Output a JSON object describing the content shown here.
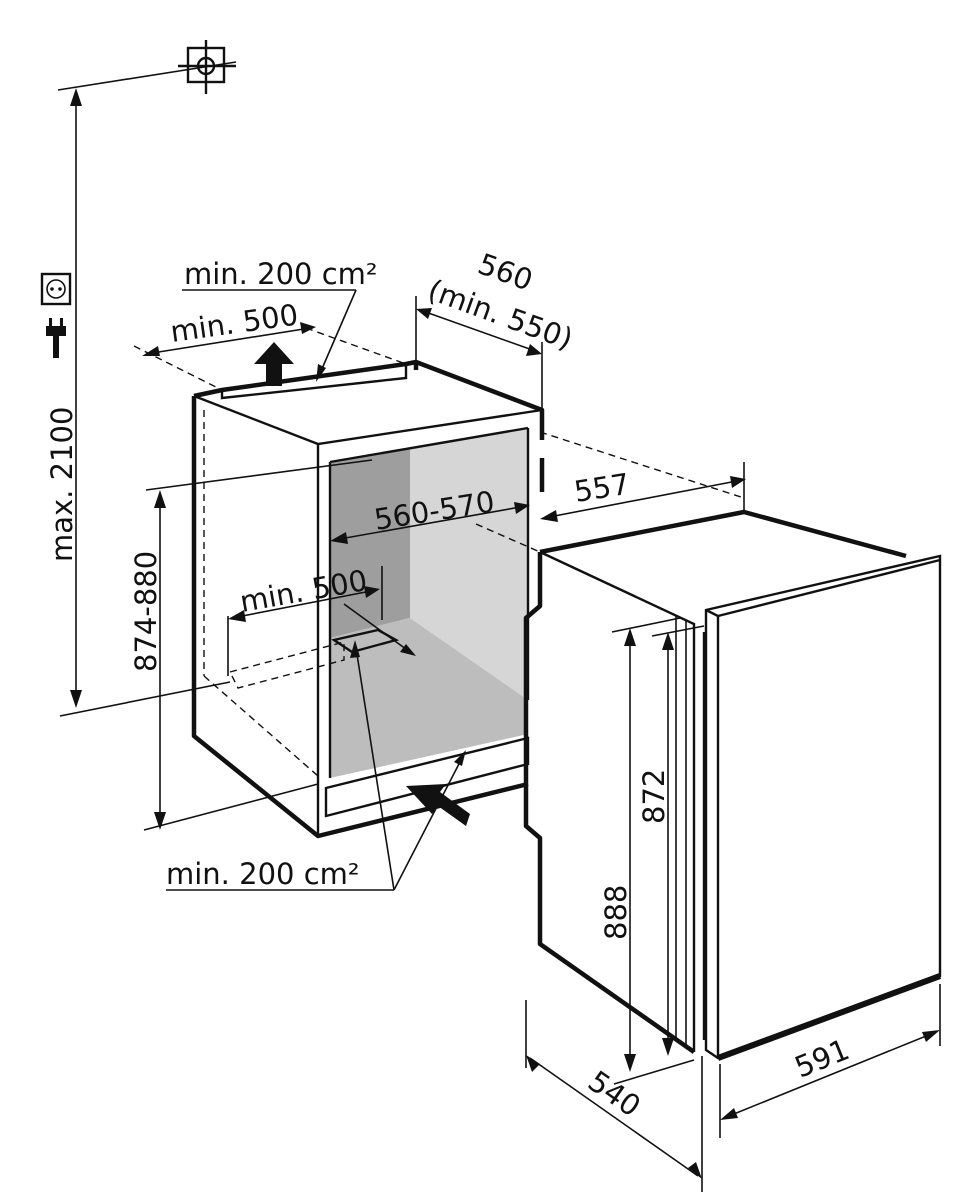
{
  "colors": {
    "line": "#111111",
    "background": "#ffffff",
    "niche_wall_dark": "#9e9e9e",
    "niche_wall_light": "#d6d6d6",
    "niche_floor": "#bdbdbd",
    "vent_fill": "#e4e4e4"
  },
  "icons": {
    "water_supply": "crosshair-box-icon",
    "power_socket": "socket-icon",
    "power_plug": "plug-icon"
  },
  "labels": {
    "top_vent_area": "min. 200 cm²",
    "top_clearance_depth": "min. 500",
    "niche_depth": "560",
    "niche_depth_min": "(min. 550)",
    "niche_width": "560-570",
    "appliance_depth_body": "557",
    "floor_clearance_depth": "min. 500",
    "niche_height": "874-880",
    "max_height": "max. 2100",
    "bottom_vent_area": "min. 200 cm²",
    "body_height": "872",
    "total_height": "888",
    "total_depth": "540",
    "door_width": "591"
  }
}
